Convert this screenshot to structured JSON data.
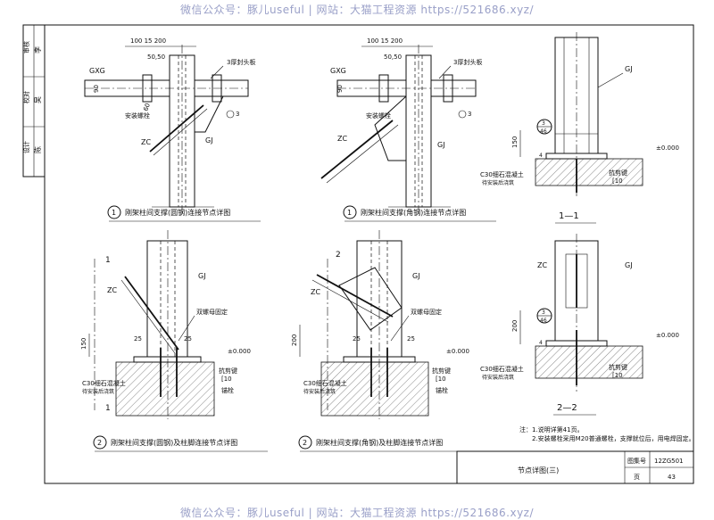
{
  "watermark": "微信公众号：豚儿useful | 网站：大猫工程资源 https://521686.xyz/",
  "side_block": {
    "rows": [
      "审核",
      "校对",
      "设计"
    ],
    "sign_labels": [
      "李",
      "吴",
      "陈"
    ]
  },
  "details": {
    "d1": {
      "num": "1",
      "title": "刚架柱间支撑(圆钢)连接节点详图"
    },
    "d1b": {
      "num": "1",
      "title": "刚架柱间支撑(角钢)连接节点详图"
    },
    "d2": {
      "num": "2",
      "title": "刚架柱间支撑(圆钢)及柱脚连接节点详图"
    },
    "d2b": {
      "num": "2",
      "title": "刚架柱间支撑(角钢)及柱脚连接节点详图"
    },
    "s11": "1—1",
    "s22": "2—2"
  },
  "labels": {
    "gxg": "GXG",
    "gj": "GJ",
    "zc": "ZC",
    "dim_100_15_200": "100 15  200",
    "dim_50_50": "50,50",
    "dim_90": "90",
    "dim_60": "60",
    "dim_50": "50",
    "dim_150": "150",
    "dim_200": "200",
    "dim_25": "25",
    "dim_6": "6",
    "dim_4": "4",
    "weld_3": "3",
    "weld_note": "3厚封头板",
    "anchor_note": "安装螺栓",
    "level": "±0.000",
    "concrete": "C30细石混凝土",
    "concrete2": "待安装后浇筑",
    "shear_key": "抗剪键",
    "shear_key_dim": "[10",
    "anchor_bolt": "锚栓",
    "double_nut": "双螺母固定",
    "ref_circle_top": "3",
    "ref_circle_bot": "46",
    "sec_mark_1": "1",
    "sec_mark_2": "2",
    "dim_1": "1"
  },
  "notes": {
    "head": "注：",
    "n1": "1.说明详第41页。",
    "n2": "2.安装螺栓采用M20普通螺栓，支撑就位后，用电焊固定。"
  },
  "titleblock": {
    "sheet_label": "节点详图(三)",
    "atlas_label": "图集号",
    "atlas_value": "12ZG501",
    "page_label": "页",
    "page_value": "43"
  }
}
